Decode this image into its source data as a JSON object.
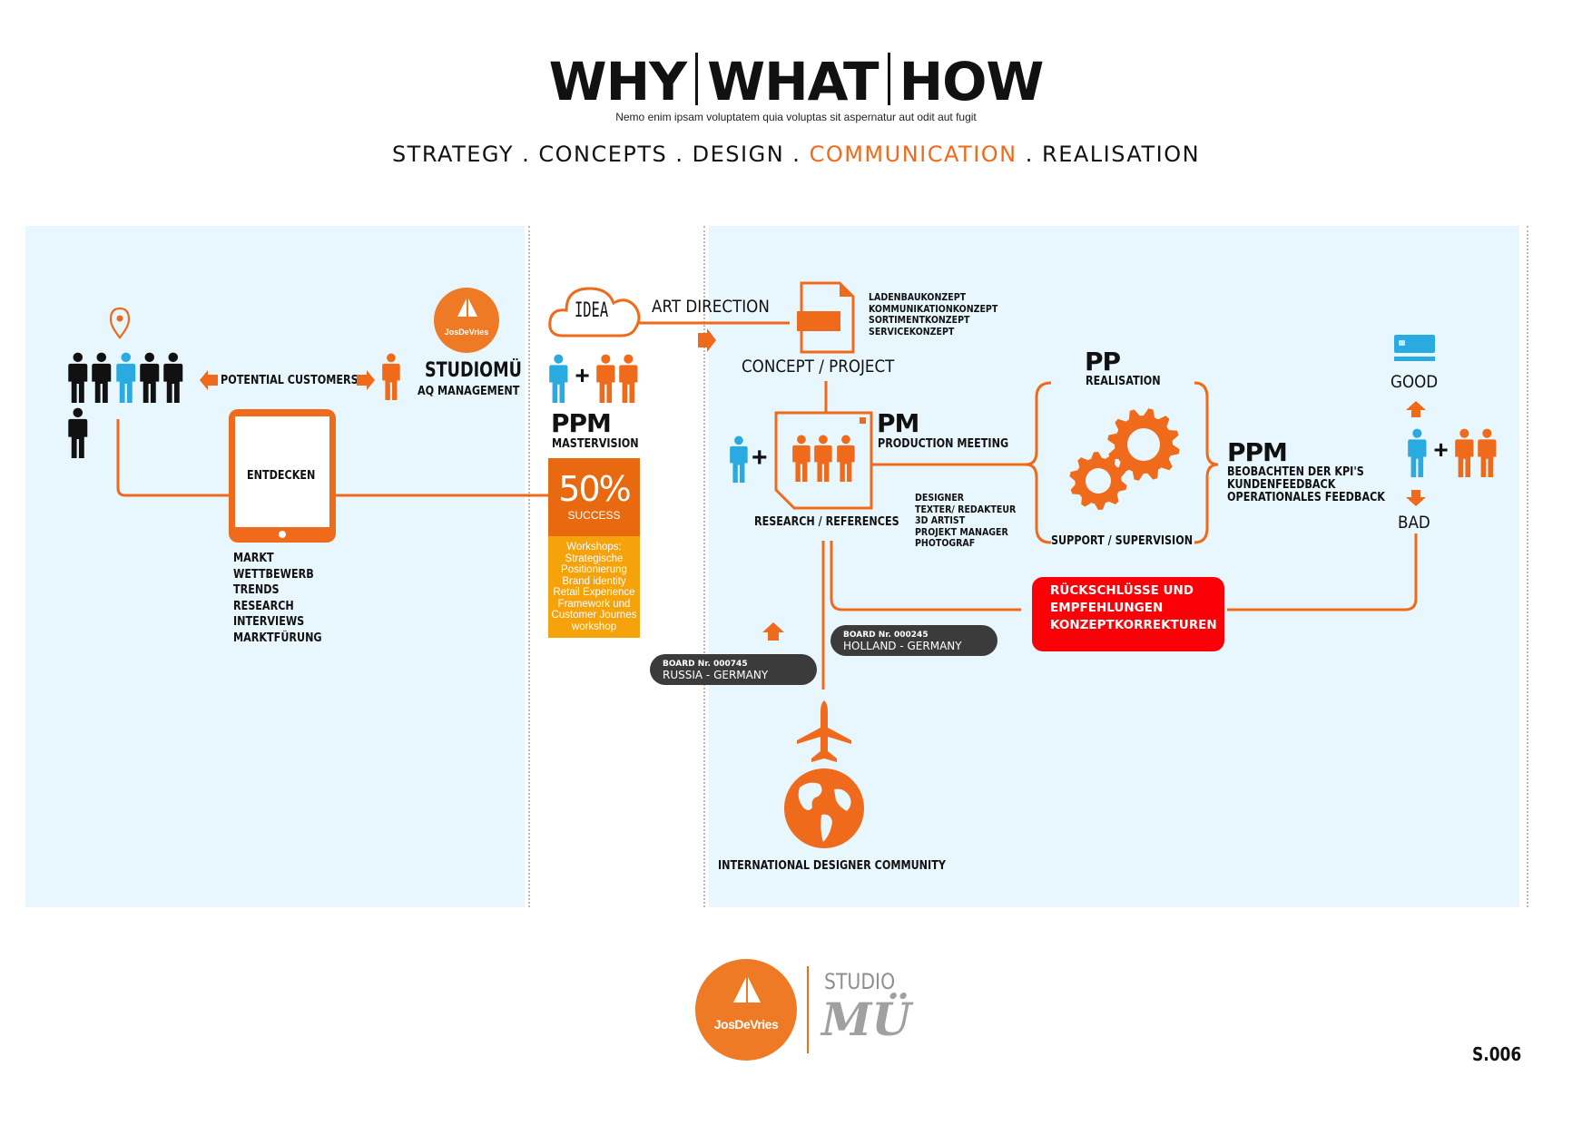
{
  "header": {
    "title_parts": [
      "WHY",
      "WHAT",
      "HOW"
    ],
    "subtitle": "Nemo enim ipsam voluptatem quia voluptas sit aspernatur aut odit aut fugit",
    "nav": [
      {
        "label": "STRATEGY",
        "active": false
      },
      {
        "label": "CONCEPTS",
        "active": false
      },
      {
        "label": "DESIGN",
        "active": false
      },
      {
        "label": "COMMUNICATION",
        "active": true
      },
      {
        "label": "REALISATION",
        "active": false
      }
    ],
    "nav_separator": " . "
  },
  "colors": {
    "accent": "#ef6a1a",
    "panel": "#e8f6fe",
    "person_blue": "#29abe2",
    "alert_red": "#fb0006",
    "yellow": "#f6a20a",
    "pill_dark": "#3b3b3b"
  },
  "left": {
    "potential_customers": "POTENTIAL CUSTOMERS",
    "studio_logo_text": "JosDeVries",
    "studio_name": "STUDIOMÜ",
    "studio_sub": "AQ MANAGEMENT",
    "tablet_label": "ENTDECKEN",
    "list": [
      "MARKT",
      "WETTBEWERB",
      "TRENDS",
      "RESEARCH",
      "INTERVIEWS",
      "MARKTFÜRUNG"
    ]
  },
  "middle": {
    "idea": "IDEA",
    "art_direction": "ART DIRECTION",
    "ppm_title": "PPM",
    "ppm_sub": "MASTERVISION",
    "success_value": "50%",
    "success_label": "SUCCESS",
    "workshops": [
      "Workshops:",
      "Strategische",
      "Positionierung",
      "Brand identity",
      "Retail Experience",
      "Framework und",
      "Customer Journes",
      "workshop"
    ]
  },
  "right": {
    "concept_list": [
      "LADENBAUKONZEPT",
      "KOMMUNIKATIONKONZEPT",
      "SORTIMENTKONZEPT",
      "SERVICEKONZEPT"
    ],
    "concept_project": "CONCEPT / PROJECT",
    "pm_title": "PM",
    "pm_sub": "PRODUCTION MEETING",
    "research": "RESEARCH / REFERENCES",
    "roles": [
      "DESIGNER",
      "TEXTER/ REDAKTEUR",
      "3D ARTIST",
      "PROJEKT MANAGER",
      "PHOTOGRAF"
    ],
    "pp_title": "PP",
    "pp_sub": "REALISATION",
    "support": "SUPPORT / SUPERVISION",
    "ppm_title": "PPM",
    "ppm_lines": [
      "BEOBACHTEN DER KPI'S",
      "KUNDENFEEDBACK",
      "OPERATIONALES FEEDBACK"
    ],
    "good": "GOOD",
    "bad": "BAD",
    "feedback_box": [
      "RÜCKSCHLÜSSE UND",
      "EMPFEHLUNGEN",
      "KONZEPTKORREKTUREN"
    ],
    "boards": [
      {
        "number": "BOARD Nr. 000745",
        "route": "RUSSIA - GERMANY"
      },
      {
        "number": "BOARD Nr. 000245",
        "route": "HOLLAND - GERMANY"
      }
    ],
    "community": "INTERNATIONAL DESIGNER COMMUNITY"
  },
  "footer": {
    "logo_text": "JosDeVries",
    "studio_word": "STUDIO",
    "studio_mark": "MÜ",
    "page_number": "S.006"
  }
}
